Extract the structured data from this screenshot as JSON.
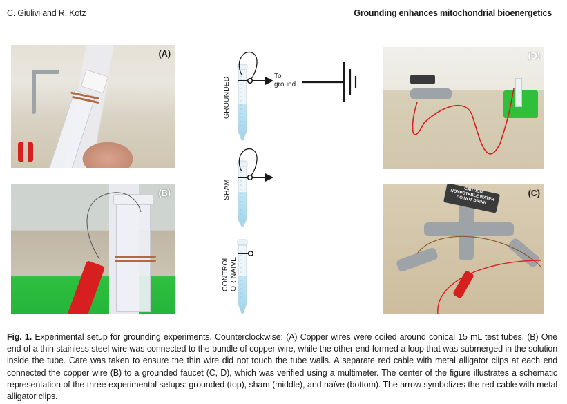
{
  "header": {
    "authors": "C. Giulivi and R. Kotz",
    "running_title": "Grounding enhances mitochondrial bioenergetics"
  },
  "panels": {
    "a": {
      "label": "(A)",
      "description": "Hand holding conical tube with copper wire coiled around it"
    },
    "b": {
      "label": "(B)",
      "description": "Tube in green rack with thin wire loop and red alligator clip on copper coil"
    },
    "c": {
      "label": "(C)",
      "description": "Faucet with copper wire wrapped and red alligator clip",
      "sign_lines": [
        "CAUTION",
        "NONPOTABLE WATER",
        "DO NOT DRINK"
      ]
    },
    "d": {
      "label": "(D)",
      "description": "Red cable from faucet to tube in green rack next to sink"
    }
  },
  "schematic": {
    "setups": [
      {
        "name": "GROUNDED",
        "lines": [
          "GROUNDED"
        ],
        "arrow": true,
        "loop": true,
        "arrow_text": [
          "To",
          "ground"
        ],
        "ground_symbol": true
      },
      {
        "name": "SHAM",
        "lines": [
          "SHAM"
        ],
        "arrow": true,
        "loop": true,
        "ground_symbol": false
      },
      {
        "name": "CONTROL OR NAIVE",
        "lines": [
          "CONTROL",
          "OR NAIVE"
        ],
        "arrow": false,
        "loop": false,
        "ground_symbol": false
      }
    ],
    "colors": {
      "liquid": "#a9dcf2",
      "tube": "#e4f1f8",
      "line": "#1a1a1a"
    }
  },
  "caption": {
    "fig_label": "Fig. 1.",
    "text": " Experimental setup for grounding experiments. Counterclockwise: (A) Copper wires were coiled around conical 15 mL test tubes. (B) One end of a thin stainless steel wire was connected to the bundle of copper wire, while the other end formed a loop that was submerged in the solution inside the tube. Care was taken to ensure the thin wire did not touch the tube walls. A separate red cable with metal alligator clips at each end connected the copper wire (B) to a grounded faucet (C, D), which was verified using a multimeter. The center of the figure illustrates a schematic representation of the three experimental setups: grounded (top), sham (middle), and naïve (bottom). The arrow symbolizes the red cable with metal alligator clips."
  }
}
